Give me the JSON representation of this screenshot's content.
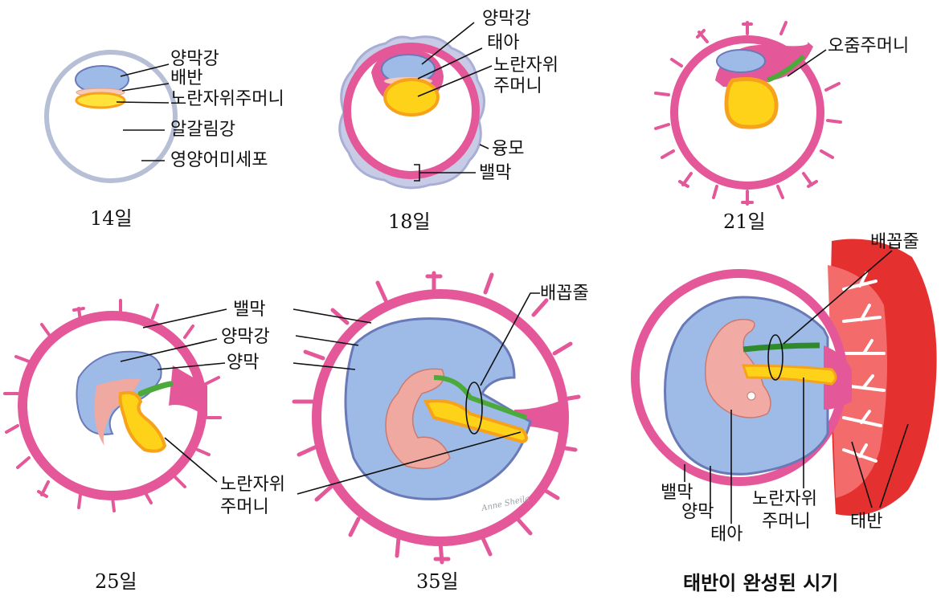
{
  "colors": {
    "chorion_pink": "#e4589a",
    "amnion_blue": "#9dbbe6",
    "amnion_border": "#6a79b8",
    "yolk_orange": "#f7a21b",
    "yolk_yellow": "#ffe23a",
    "embryo_pink": "#f0a9a0",
    "allantois_green": "#4caa3a",
    "placenta_red": "#e53030",
    "cavity_gray": "#b7bfd6"
  },
  "panels": {
    "p14": {
      "caption": "14일",
      "labels": {
        "amnion_cavity": "양막강",
        "germ_disc": "배반",
        "yolk_sac": "노란자위주머니",
        "blastocoel": "알갈림강",
        "trophoblast": "영양어미세포"
      }
    },
    "p18": {
      "caption": "18일",
      "labels": {
        "amnion_cavity": "양막강",
        "embryo": "태아",
        "yolk_sac_1": "노란자위",
        "yolk_sac_2": "주머니",
        "villi": "융모",
        "chorion": "밸막"
      }
    },
    "p21": {
      "caption": "21일",
      "labels": {
        "allantois": "오줌주머니"
      }
    },
    "p25": {
      "caption": "25일",
      "labels": {
        "chorion": "밸막",
        "amnion_cavity": "양막강",
        "amnion": "양막",
        "yolk_sac_1": "노란자위",
        "yolk_sac_2": "주머니"
      }
    },
    "p35": {
      "caption": "35일",
      "labels": {
        "umbilical_cord": "배꼽줄"
      },
      "signature": "Anne Sheila"
    },
    "pfull": {
      "caption": "태반이 완성된 시기",
      "labels": {
        "umbilical_cord": "배꼽줄",
        "chorion": "밸막",
        "amnion": "양막",
        "embryo": "태아",
        "yolk_sac_1": "노란자위",
        "yolk_sac_2": "주머니",
        "placenta": "태반"
      }
    }
  }
}
